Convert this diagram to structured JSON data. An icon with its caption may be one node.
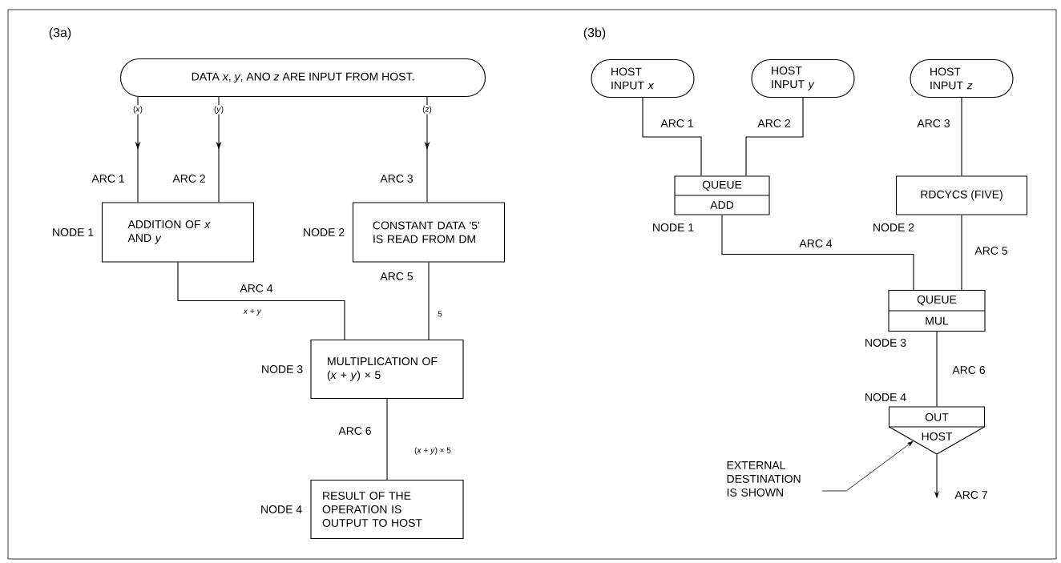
{
  "diagram": {
    "nodes": [
      {
        "text": [
          "DATA *x*, *y*, ANO *z* ARE INPUT FROM HOST."
        ]
      },
      {
        "text": [
          "ADDITION OF *x* AND *y*"
        ],
        "beside": [
          "NODE 1"
        ]
      },
      {
        "text": [
          "CONSTANT DATA '5' IS READ FROM DM"
        ],
        "beside": [
          "NODE 2"
        ]
      },
      {
        "text": [
          "MULTIPLICATION OF (*x* + *y*) × 5"
        ],
        "beside": [
          "NODE 3"
        ]
      },
      {
        "text": [
          "RESULT OF THE OPERATION IS OUTPUT TO HOST"
        ],
        "beside": [
          "NODE 4"
        ]
      },
      {
        "text": [
          "HOST INPUT *x*"
        ]
      },
      {
        "text": [
          "HOST INPUT *y*"
        ]
      },
      {
        "text": [
          "HOST INPUT *z*"
        ]
      },
      {
        "text": [
          "QUEUE",
          "ADD"
        ],
        "beside": [
          "NODE 1"
        ]
      },
      {
        "text": [
          "RDCYCS (FIVE)"
        ],
        "beside": [
          "NODE 2"
        ]
      },
      {
        "text": [
          "QUEUE",
          "MUL"
        ],
        "beside": [
          "NODE 3"
        ]
      },
      {
        "text": [
          "OUT",
          "HOST"
        ],
        "beside": [
          "NODE 4"
        ]
      },
      {
        "text": [
          "EXTERNAL DESTINATION IS SHOWN"
        ]
      }
    ],
    "edges": [
      {
        "from": 0,
        "to": 1,
        "arrow": "to",
        "label": "ARC 1"
      },
      {
        "from": 0,
        "to": 1,
        "arrow": "to",
        "label": "ARC 2"
      },
      {
        "from": 0,
        "to": 2,
        "arrow": "to",
        "label": "ARC 3"
      },
      {
        "from": 1,
        "to": 3,
        "arrow": "none",
        "label": "ARC 4"
      },
      {
        "from": 2,
        "to": 3,
        "arrow": "none",
        "label": "ARC 5"
      },
      {
        "from": 3,
        "to": 4,
        "arrow": "none",
        "label": "ARC 6"
      },
      {
        "from": 5,
        "to": 8,
        "arrow": "none",
        "label": "ARC 1"
      },
      {
        "from": 6,
        "to": 8,
        "arrow": "none",
        "label": "ARC 2"
      },
      {
        "from": 7,
        "to": 9,
        "arrow": "none",
        "label": "ARC 3"
      },
      {
        "from": 8,
        "to": 10,
        "arrow": "none",
        "label": "ARC 4"
      },
      {
        "from": 9,
        "to": 10,
        "arrow": "none",
        "label": "ARC 5"
      },
      {
        "from": 10,
        "to": 11,
        "arrow": "none",
        "label": "ARC 6"
      },
      {
        "from": 11,
        "to": null,
        "arrow": "to",
        "label": "ARC 7"
      },
      {
        "from": 12,
        "to": 11,
        "arrow": "to"
      }
    ],
    "labels": [
      "(3a)",
      "(*x*)",
      "(*y*)",
      "(*z*)",
      "*x* + *y*",
      "5",
      "(*x* + *y*) × 5",
      "(3b)"
    ]
  }
}
